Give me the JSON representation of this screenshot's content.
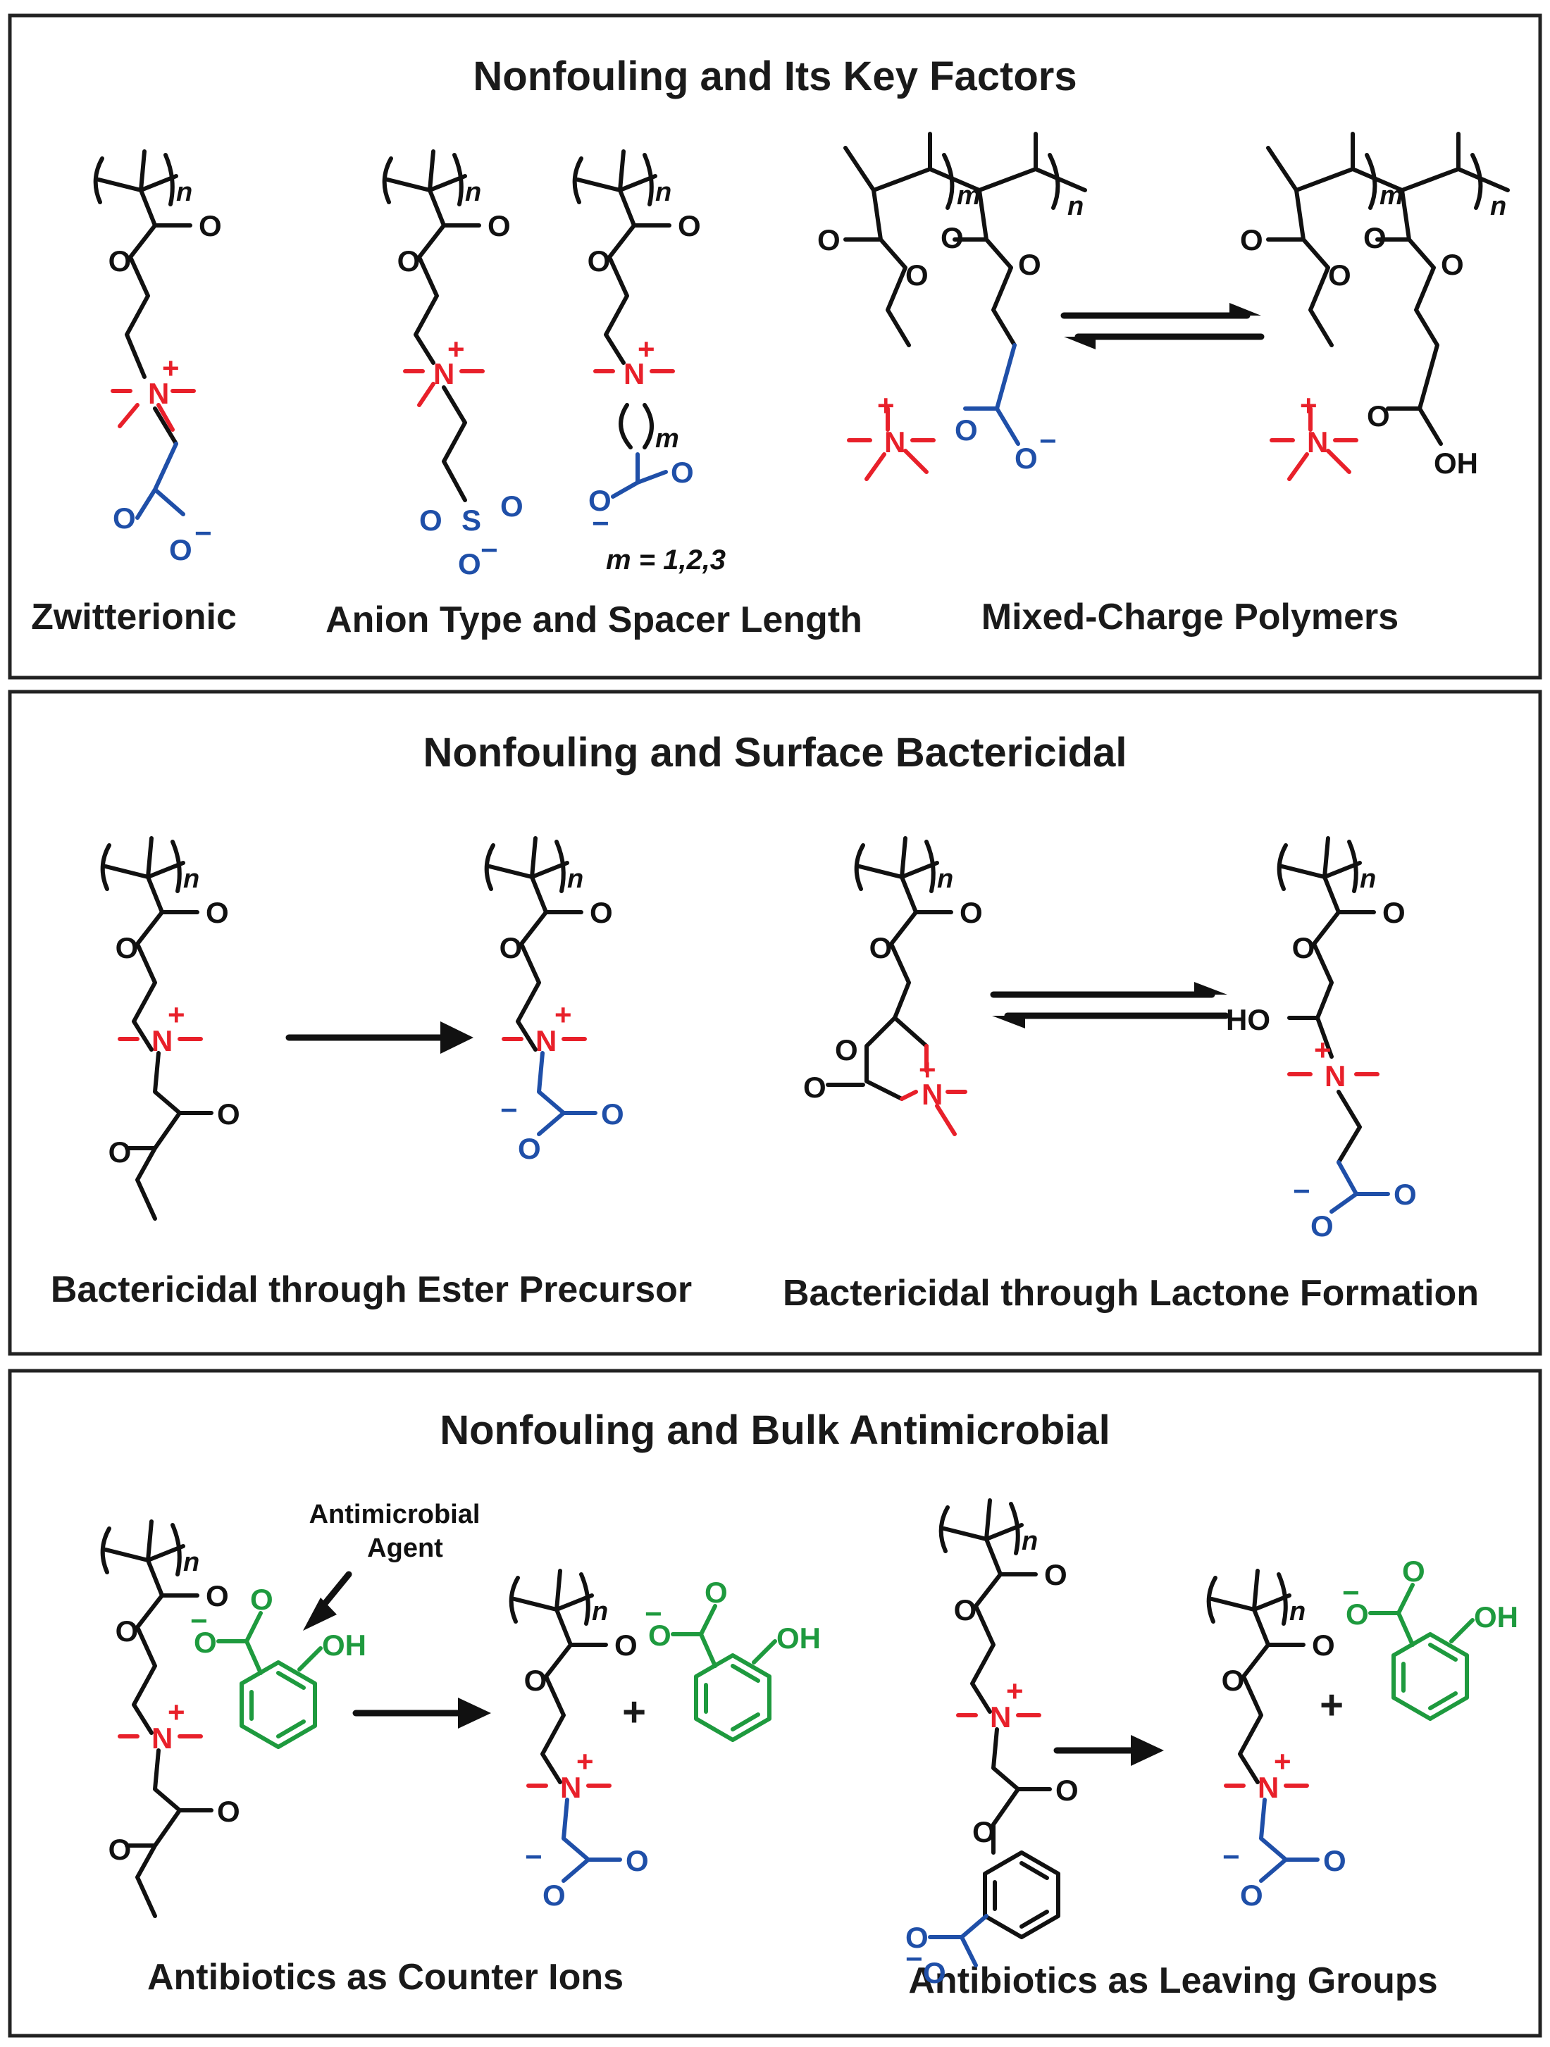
{
  "colors": {
    "carbon": "#111111",
    "cation": "#e8202a",
    "anion": "#1f4fa8",
    "drug": "#1e9a3e"
  },
  "atoms": {
    "O": "O",
    "OH": "OH",
    "HO": "HO",
    "N": "N",
    "S": "S",
    "plus": "+",
    "minus": "−",
    "plus_sign": "+"
  },
  "indices": {
    "n": "n",
    "m": "m"
  },
  "panels": [
    {
      "title": "Nonfouling and Its Key Factors",
      "captions": [
        "Zwitterionic",
        "Anion Type and Spacer Length",
        "Mixed-Charge Polymers"
      ],
      "note": "m = 1,2,3"
    },
    {
      "title": "Nonfouling and Surface Bactericidal",
      "captions": [
        "Bactericidal through Ester Precursor",
        "Bactericidal through Lactone Formation"
      ]
    },
    {
      "title": "Nonfouling and Bulk Antimicrobial",
      "captions": [
        "Antibiotics as Counter Ions",
        "Antibiotics as Leaving Groups"
      ],
      "agent_label": [
        "Antimicrobial",
        "Agent"
      ]
    }
  ]
}
